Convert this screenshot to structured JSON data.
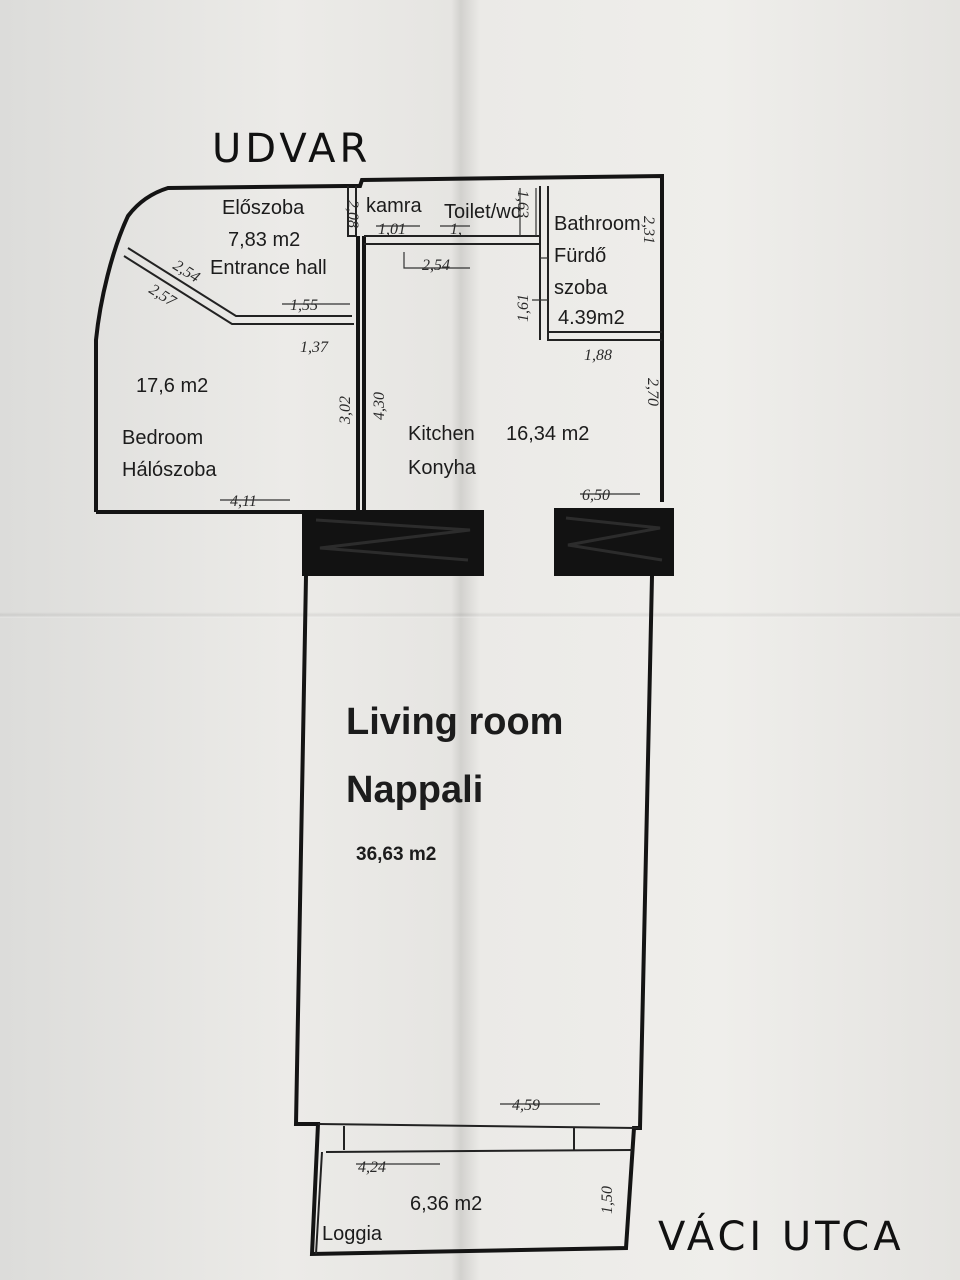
{
  "handwritten": {
    "courtyard": "UDVAR",
    "street": "VÁCI UTCA"
  },
  "rooms": {
    "entrance": {
      "name_hu": "Előszoba",
      "area": "7,83 m2",
      "name_en": "Entrance hall"
    },
    "pantry": {
      "name": "kamra"
    },
    "toilet": {
      "name": "Toilet/wc"
    },
    "bathroom": {
      "name_en": "Bathroom",
      "name_hu_1": "Fürdő",
      "name_hu_2": "szoba",
      "area": "4.39m2"
    },
    "bedroom": {
      "area": "17,6 m2",
      "name_en": "Bedroom",
      "name_hu": "Hálószoba"
    },
    "kitchen": {
      "name_en": "Kitchen",
      "area": "16,34 m2",
      "name_hu": "Konyha"
    },
    "living": {
      "name_en": "Living room",
      "name_hu": "Nappali",
      "area": "36,63 m2"
    },
    "loggia": {
      "area": "6,36 m2",
      "name": "Loggia"
    }
  },
  "dimensions": {
    "d_2_08": "2,08",
    "d_1_01": "1,01",
    "d_1_": "1,",
    "d_1_63": "1,63",
    "d_2_54_toilet": "2,54",
    "d_2_31": "2,31",
    "d_1_61": "1,61",
    "d_2_54_diag": "2,54",
    "d_2_57": "2,57",
    "d_1_55": "1,55",
    "d_1_37": "1,37",
    "d_3_02": "3,02",
    "d_4_30": "4,30",
    "d_1_88": "1,88",
    "d_2_70": "2,70",
    "d_4_11": "4,11",
    "d_6_50": "6,50",
    "d_4_59": "4,59",
    "d_4_24": "4,24",
    "d_1_50": "1,50"
  }
}
